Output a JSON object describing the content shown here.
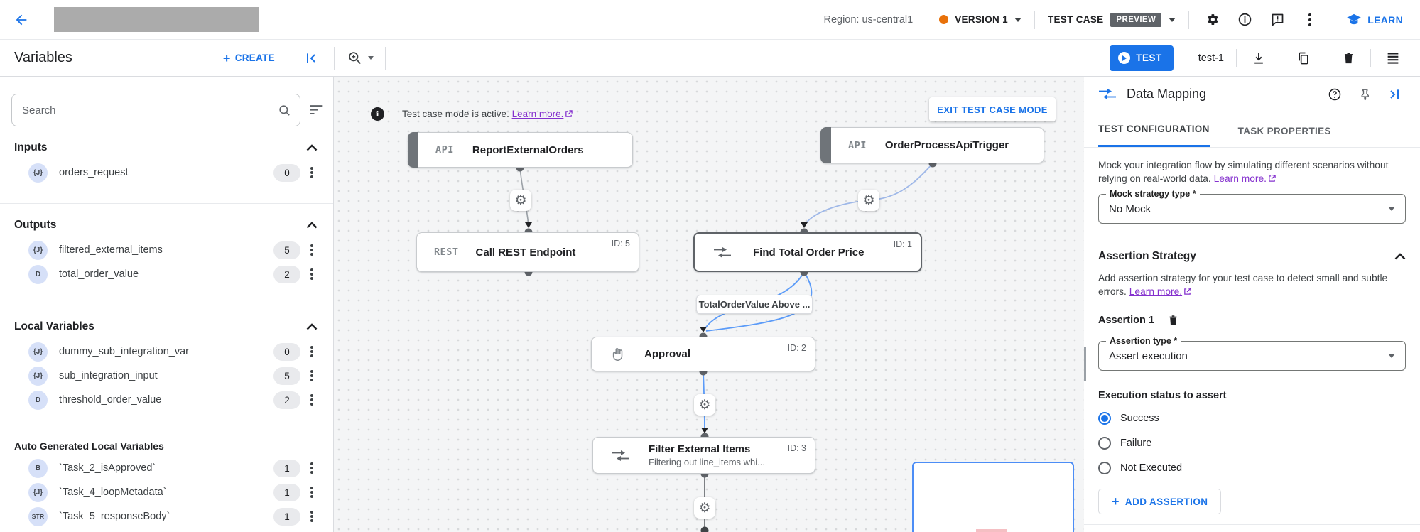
{
  "topbar": {
    "region": "Region: us-central1",
    "version": "VERSION 1",
    "test_case": "TEST CASE",
    "preview": "PREVIEW",
    "learn": "LEARN"
  },
  "toolbar": {
    "title": "Variables",
    "create": "CREATE",
    "test": "TEST",
    "test_name": "test-1"
  },
  "sidebar": {
    "search_placeholder": "Search",
    "sections": [
      {
        "title": "Inputs",
        "items": [
          {
            "type": "{J}",
            "name": "orders_request",
            "count": "0"
          }
        ]
      },
      {
        "title": "Outputs",
        "items": [
          {
            "type": "{J}",
            "name": "filtered_external_items",
            "count": "5"
          },
          {
            "type": "D",
            "name": "total_order_value",
            "count": "2"
          }
        ]
      },
      {
        "title": "Local Variables",
        "items": [
          {
            "type": "{J}",
            "name": "dummy_sub_integration_var",
            "count": "0"
          },
          {
            "type": "{J}",
            "name": "sub_integration_input",
            "count": "5"
          },
          {
            "type": "D",
            "name": "threshold_order_value",
            "count": "2"
          }
        ]
      },
      {
        "title": "Auto Generated Local Variables",
        "items": [
          {
            "type": "B",
            "name": "`Task_2_isApproved`",
            "count": "1"
          },
          {
            "type": "{J}",
            "name": "`Task_4_loopMetadata`",
            "count": "1"
          },
          {
            "type": "STR",
            "name": "`Task_5_responseBody`",
            "count": "1"
          }
        ]
      }
    ]
  },
  "canvas": {
    "banner": {
      "text": "Test case mode is active.",
      "link": "Learn more.",
      "exit": "EXIT TEST CASE MODE"
    },
    "edge_label": "TotalOrderValue Above ...",
    "nodes": {
      "report": {
        "tag": "API",
        "title": "ReportExternalOrders"
      },
      "trigger": {
        "tag": "API",
        "title": "OrderProcessApiTrigger"
      },
      "rest": {
        "tag": "REST",
        "title": "Call REST Endpoint",
        "id": "ID: 5"
      },
      "find": {
        "title": "Find Total Order Price",
        "id": "ID: 1"
      },
      "approval": {
        "title": "Approval",
        "id": "ID: 2"
      },
      "filter": {
        "title": "Filter External Items",
        "subtitle": "Filtering out line_items whi...",
        "id": "ID: 3"
      }
    }
  },
  "panel": {
    "title": "Data Mapping",
    "tabs": [
      "TEST CONFIGURATION",
      "TASK PROPERTIES"
    ],
    "mock_text": "Mock your integration flow by simulating different scenarios without relying on real-world data.",
    "mock_link": "Learn more.",
    "mock_label": "Mock strategy type *",
    "mock_value": "No Mock",
    "assertion": {
      "title": "Assertion Strategy",
      "desc": "Add assertion strategy for your test case to detect small and subtle errors.",
      "link": "Learn more.",
      "item_title": "Assertion 1",
      "type_label": "Assertion type *",
      "type_value": "Assert execution",
      "status_label": "Execution status to assert",
      "options": [
        "Success",
        "Failure",
        "Not Executed"
      ],
      "add": "ADD ASSERTION"
    }
  },
  "colors": {
    "accent": "#1a73e8",
    "link_purple": "#8430ce",
    "badge_dark": "#5f6368",
    "version_dot": "#e8710a"
  }
}
